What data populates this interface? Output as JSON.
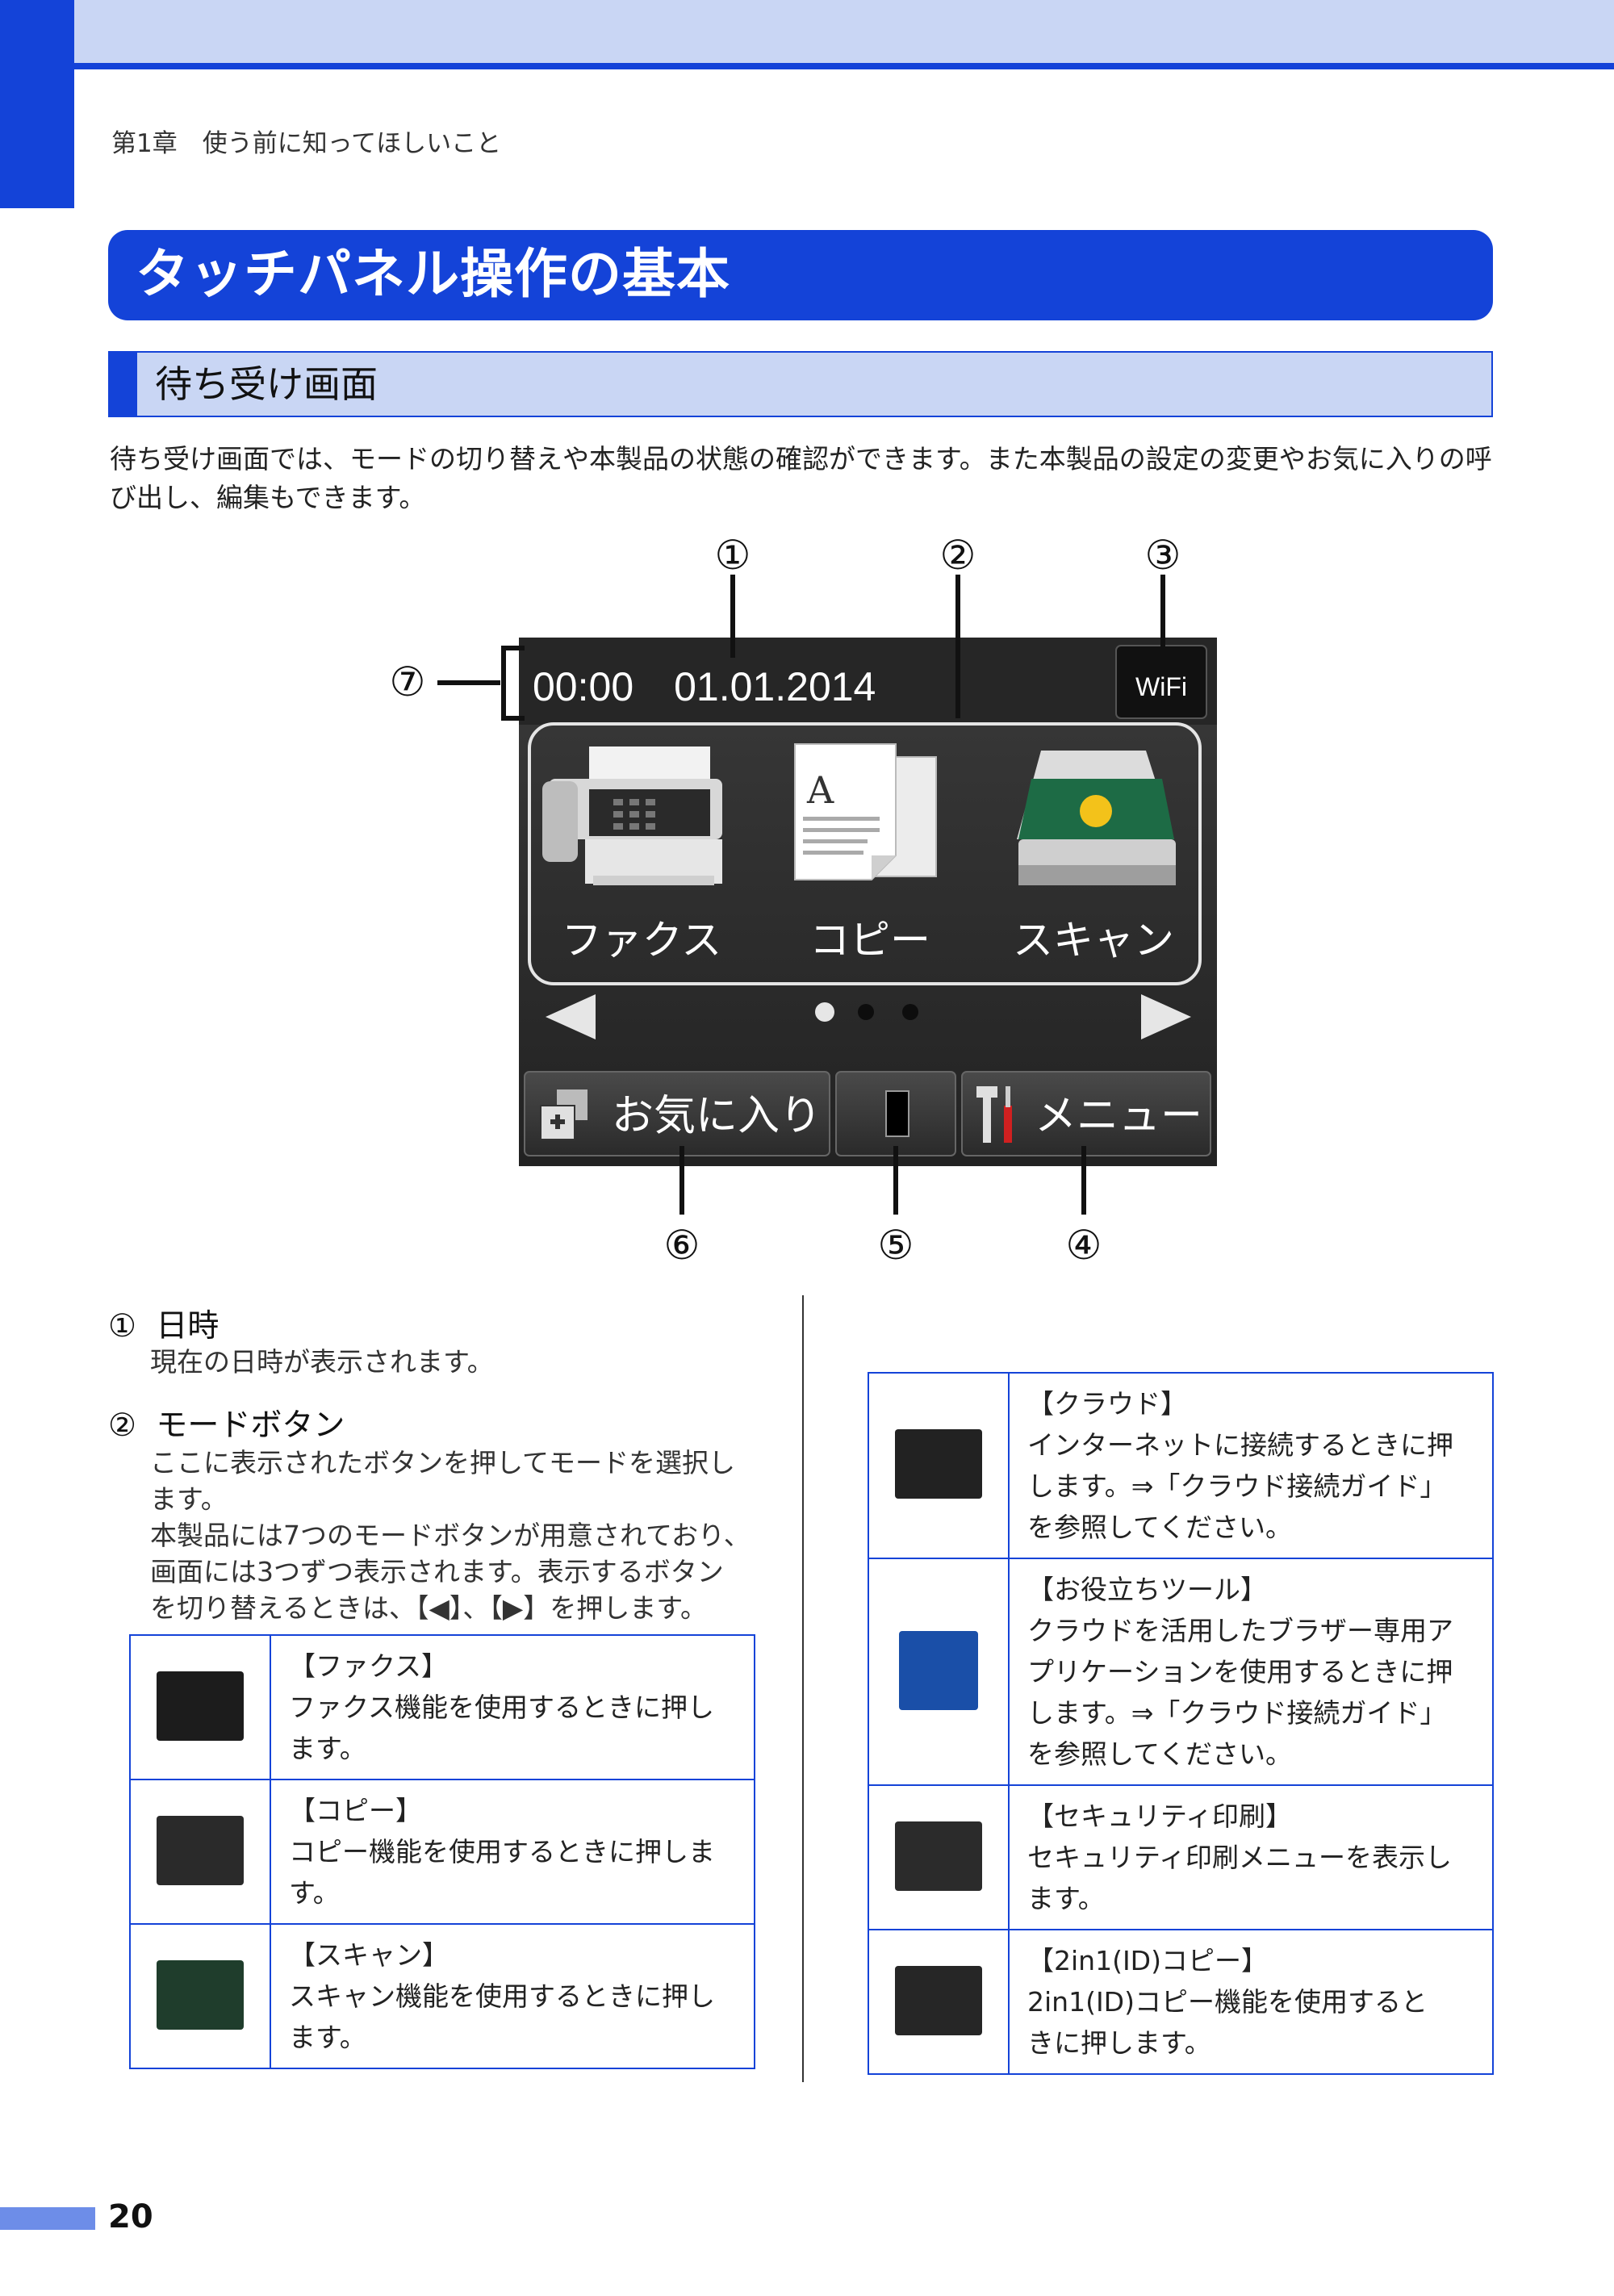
{
  "header": {
    "chapter": "第1章　使う前に知ってほしいこと"
  },
  "title": "タッチパネル操作の基本",
  "section": {
    "title": "待ち受け画面"
  },
  "intro": "待ち受け画面では、モードの切り替えや本製品の状態の確認ができます。また本製品の設定の変更やお気に入りの呼び出し、編集もできます。",
  "screen": {
    "datetime": "00:00　01.01.2014",
    "wifi": "WiFi",
    "modes": [
      "ファクス",
      "コピー",
      "スキャン"
    ],
    "favorites": "お気に入り",
    "menu": "メニュー",
    "callouts": [
      "①",
      "②",
      "③",
      "④",
      "⑤",
      "⑥",
      "⑦"
    ]
  },
  "items": [
    {
      "num": "①",
      "title": "日時",
      "desc": "現在の日時が表示されます。"
    },
    {
      "num": "②",
      "title": "モードボタン",
      "desc": [
        "ここに表示されたボタンを押してモードを選択し",
        "ます。",
        "本製品には7つのモードボタンが用意されており、",
        "画面には3つずつ表示されます。表示するボタン",
        "を切り替えるときは、【◀】、【▶】を押します。"
      ]
    }
  ],
  "left_table": [
    {
      "icon": "fax-icon",
      "lines": [
        "【ファクス】",
        "ファクス機能を使用するときに押し",
        "ます。"
      ]
    },
    {
      "icon": "copy-icon",
      "lines": [
        "【コピー】",
        "コピー機能を使用するときに押しま",
        "す。"
      ]
    },
    {
      "icon": "scan-icon",
      "lines": [
        "【スキャン】",
        "スキャン機能を使用するときに押し",
        "ます。"
      ]
    }
  ],
  "right_table": [
    {
      "icon": "cloud-icon",
      "lines": [
        "【クラウド】",
        "インターネットに接続するときに押",
        "します。⇒「クラウド接続ガイド」",
        "を参照してください。"
      ]
    },
    {
      "icon": "tools-icon",
      "lines": [
        "【お役立ちツール】",
        "クラウドを活用したブラザー専用ア",
        "プリケーションを使用するときに押",
        "します。⇒「クラウド接続ガイド」",
        "を参照してください。"
      ]
    },
    {
      "icon": "secure-print-icon",
      "lines": [
        "【セキュリティ印刷】",
        "セキュリティ印刷メニューを表示し",
        "ます。"
      ]
    },
    {
      "icon": "id-copy-icon",
      "lines": [
        "【2in1(ID)コピー】",
        "2in1(ID)コピー機能を使用すると",
        "きに押します。"
      ]
    }
  ],
  "page_number": "20"
}
